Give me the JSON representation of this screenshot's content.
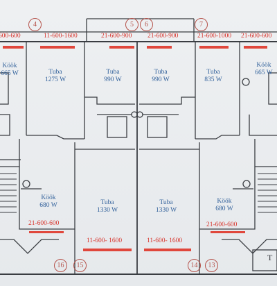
{
  "axis_markers": [
    "4",
    "5",
    "6",
    "7",
    "16",
    "15",
    "14",
    "13"
  ],
  "radiator_codes": {
    "top_1": "600-600",
    "top_2": "11-600-1600",
    "top_3": "21-600-900",
    "top_4": "21-600-900",
    "top_5": "21-600-1000",
    "top_6": "21-600-600",
    "mid_left": "21-600-600",
    "mid_right": "21-600-600",
    "bot_left": "11-600- 1600",
    "bot_right": "11-600- 1600"
  },
  "rooms": {
    "kook_top_left": {
      "name": "Köök",
      "power": "665 W"
    },
    "tuba_1": {
      "name": "Tuba",
      "power": "1275  W"
    },
    "tuba_2": {
      "name": "Tuba",
      "power": "990  W"
    },
    "tuba_3": {
      "name": "Tuba",
      "power": "990  W"
    },
    "tuba_4": {
      "name": "Tuba",
      "power": "835  W"
    },
    "kook_top_right": {
      "name": "Köök",
      "power": "665 W"
    },
    "kook_mid_left": {
      "name": "Köök",
      "power": "680  W"
    },
    "tuba_5": {
      "name": "Tuba",
      "power": "1330  W"
    },
    "tuba_6": {
      "name": "Tuba",
      "power": "1330  W"
    },
    "kook_mid_right": {
      "name": "Köök",
      "power": "680  W"
    }
  },
  "corner_letter": "T",
  "colors": {
    "line": "#3a3d42",
    "radiator": "#e0473c",
    "label": "#d8322a",
    "room_text": "#2f5f9a",
    "marker": "#b5524a"
  }
}
